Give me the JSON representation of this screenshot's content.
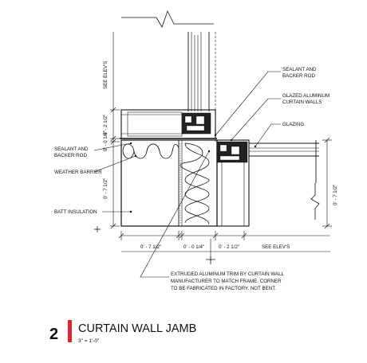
{
  "detail": {
    "number": "2",
    "title": "CURTAIN WALL JAMB",
    "scale": "3\" = 1'-0\"",
    "accent_color": "#e0272b"
  },
  "labels": {
    "sealant_backer_right_1": "SEALANT AND",
    "sealant_backer_right_2": "BACKER ROD",
    "glazed_aluminum_1": "GLAZED ALUMINUM",
    "glazed_aluminum_2": "CURTAIN WALLS",
    "glazing": "GLAZING",
    "sealant_backer_left_1": "SEALANT AND",
    "sealant_backer_left_2": "BACKER ROD",
    "weather_barrier": "WEATHER BARRIER",
    "batt_insulation": "BATT INSULATION",
    "bottom_note_1": "EXTRUDED ALUMINUM TRIM BY CURTAIN WALL",
    "bottom_note_2": "MANUFACTURER TO MATCH FRAME. CORNER",
    "bottom_note_3": "TO BE FABRICATED IN FACTORY, NOT BENT."
  },
  "dimensions": {
    "see_elevs_left": "SEE ELEV'S",
    "v_2_half": "0' - 2 1/2\"",
    "v_quarter": "0' - 0 1/4\"",
    "v_7_half_left": "0' - 7 1/2\"",
    "v_7_half_right": "0' - 7 1/2\"",
    "h_7_half": "0' - 7 1/2\"",
    "h_quarter": "0' - 0 1/4\"",
    "h_2_half": "0' - 2 1/2\"",
    "see_elevs_bottom": "SEE ELEV'S"
  }
}
